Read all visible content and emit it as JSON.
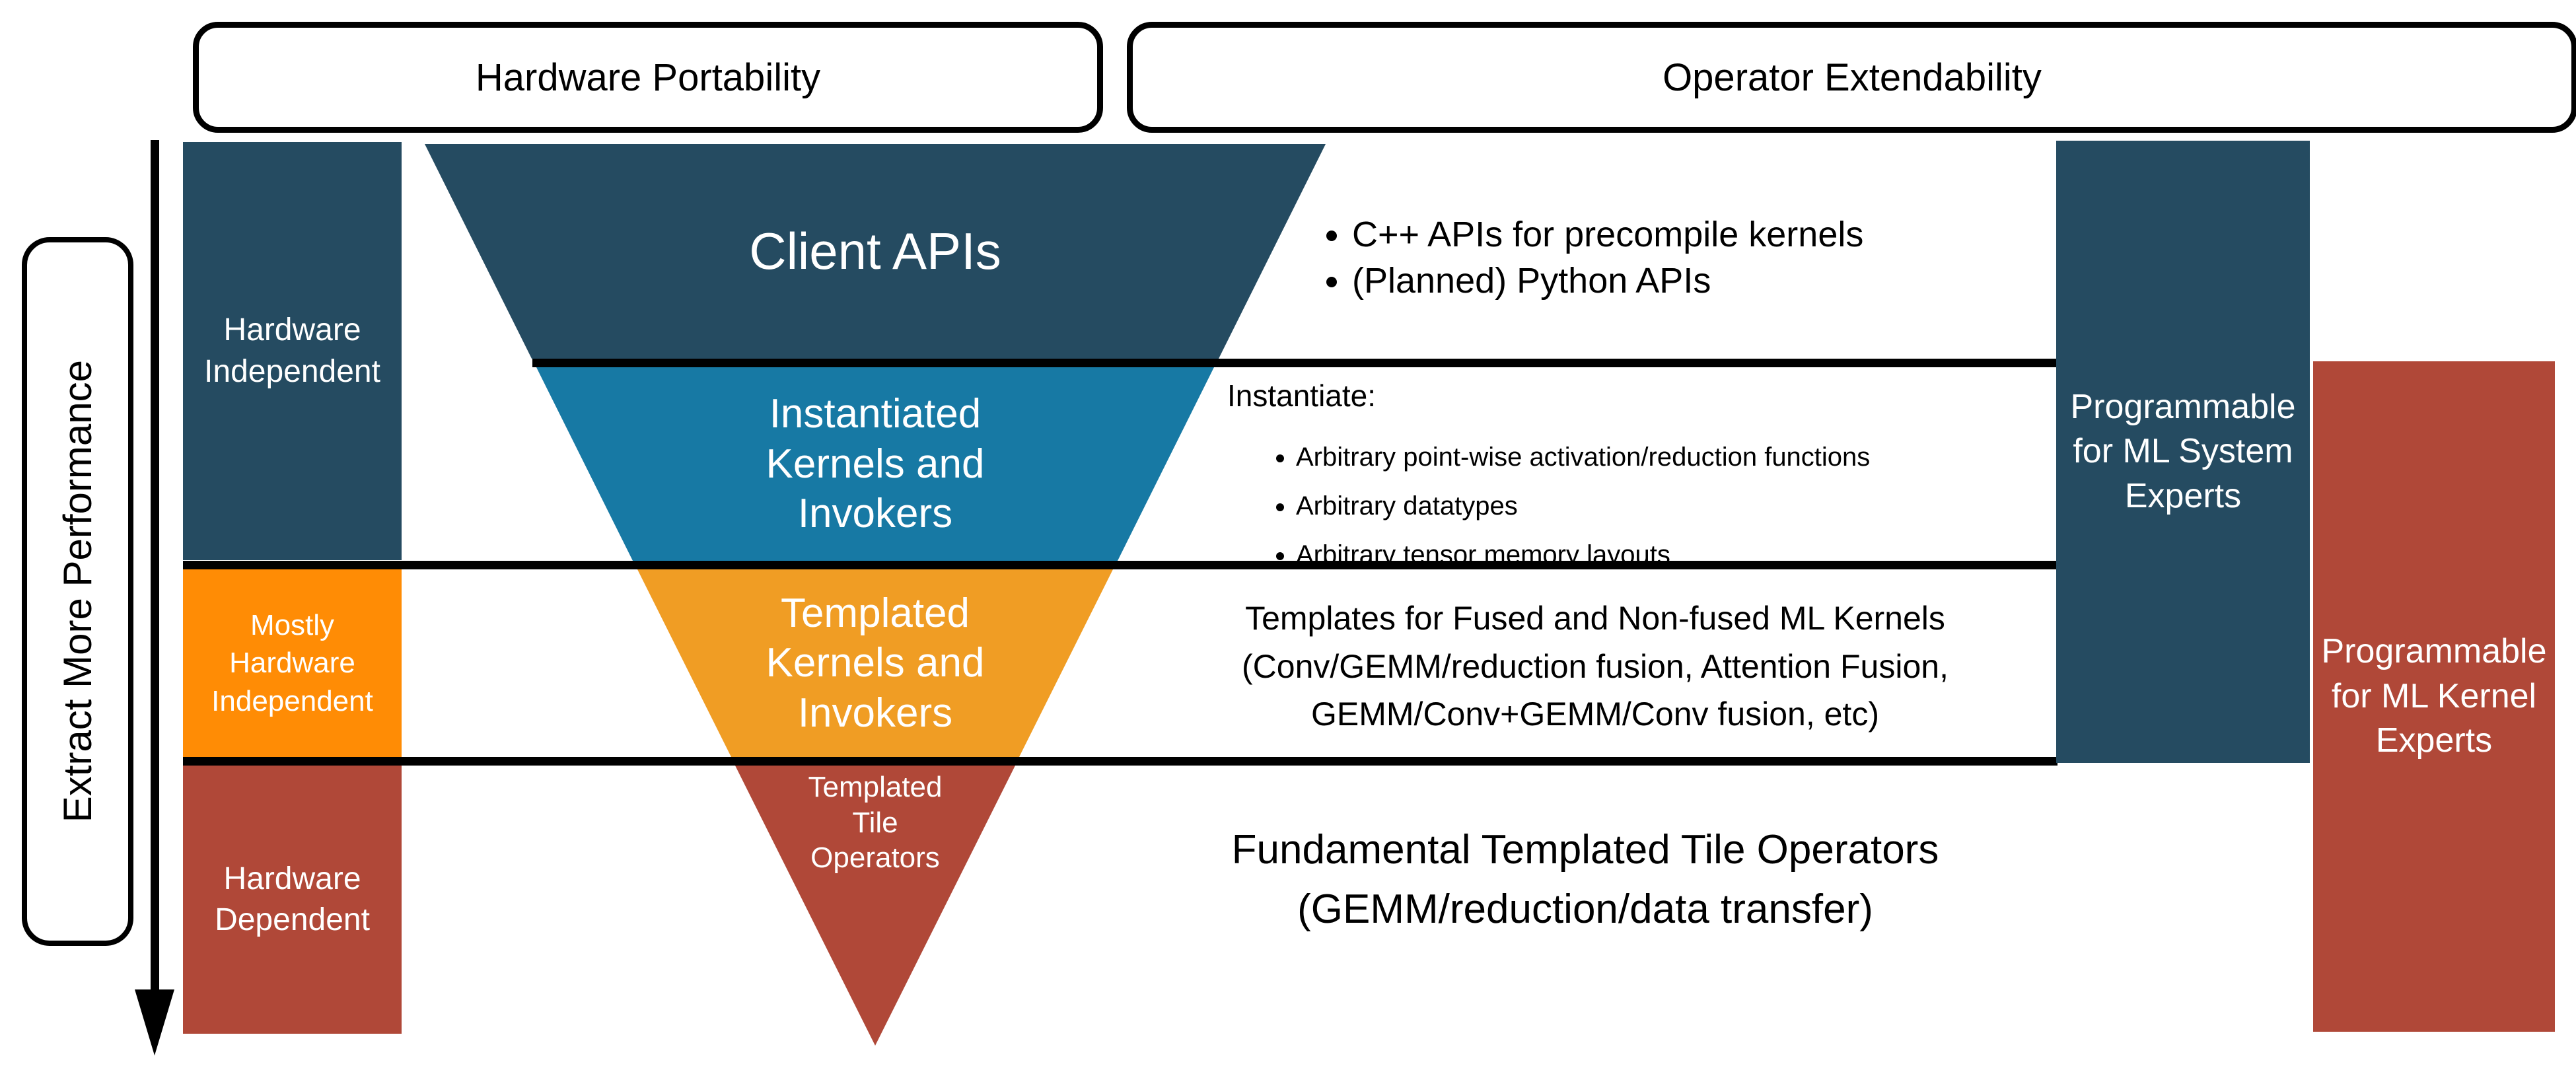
{
  "header": {
    "left_box": "Hardware Portability",
    "right_box": "Operator Extendability"
  },
  "left_axis": {
    "label": "Extract More Performance"
  },
  "left_column": {
    "top": "Hardware\nIndependent",
    "middle": "Mostly\nHardware\nIndependent",
    "bottom": "Hardware\nDependent"
  },
  "funnel": {
    "layers": [
      {
        "label": "Client APIs",
        "color": "#254B61"
      },
      {
        "label": "Instantiated\nKernels and\nInvokers",
        "color": "#1779A4"
      },
      {
        "label": "Templated\nKernels and\nInvokers",
        "color": "#F09D24"
      },
      {
        "label": "Templated\nTile\nOperators",
        "color": "#B04838"
      }
    ]
  },
  "right_column": {
    "top": "Programmable\nfor ML System\nExperts",
    "bottom": "Programmable\nfor ML Kernel\nExperts"
  },
  "annotations": {
    "client_api_bullets": [
      "C++ APIs for precompile kernels",
      "(Planned) Python APIs"
    ],
    "instantiate": {
      "heading": "Instantiate:",
      "bullets": [
        "Arbitrary point-wise activation/reduction functions",
        "Arbitrary datatypes",
        "Arbitrary tensor memory layouts"
      ]
    },
    "templates_text": "Templates for Fused and Non-fused ML Kernels\n(Conv/GEMM/reduction fusion, Attention Fusion,\nGEMM/Conv+GEMM/Conv fusion, etc)",
    "fundamental_text": "Fundamental Templated Tile Operators\n(GEMM/reduction/data transfer)"
  },
  "colors": {
    "dark_blue": "#254B61",
    "teal": "#1779A4",
    "funnel_orange": "#F09D24",
    "left_orange": "#FF8C05",
    "brick_red": "#B04838",
    "line_black": "#000000"
  }
}
